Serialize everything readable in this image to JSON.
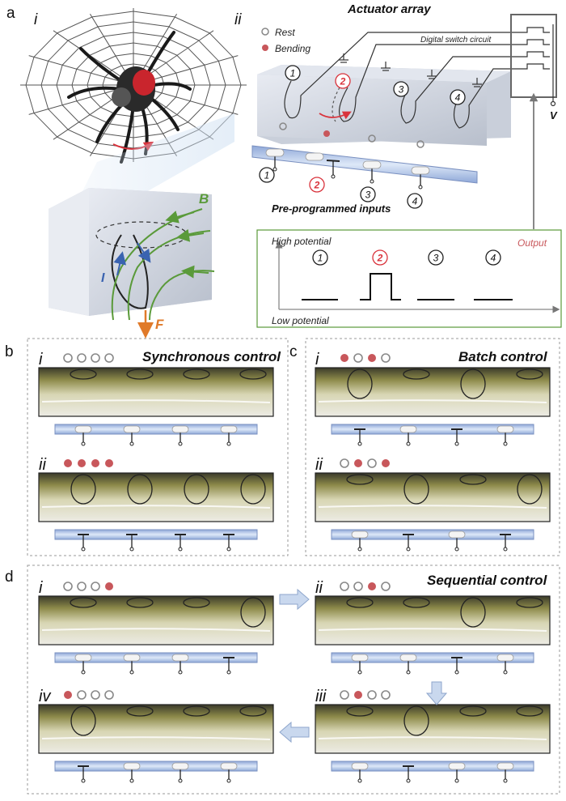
{
  "panels": {
    "a": {
      "letter": "a",
      "sub_i": "i",
      "sub_ii": "ii"
    },
    "b": {
      "letter": "b",
      "title": "Synchronous control",
      "sub_i": "i",
      "sub_ii": "ii"
    },
    "c": {
      "letter": "c",
      "title": "Batch control",
      "sub_i": "i",
      "sub_ii": "ii"
    },
    "d": {
      "letter": "d",
      "title": "Sequential control",
      "sub_i": "i",
      "sub_ii": "ii",
      "sub_iii": "iii",
      "sub_iv": "iv"
    }
  },
  "array": {
    "title": "Actuator array",
    "legend_rest": "Rest",
    "legend_bending": "Bending",
    "switch_label": "Digital switch circuit",
    "voltage": "V",
    "inputs_label": "Pre-programmed inputs",
    "nums": [
      "1",
      "2",
      "3",
      "4"
    ]
  },
  "field": {
    "B": "B",
    "I": "I",
    "F": "F"
  },
  "output": {
    "high": "High potential",
    "low": "Low potential",
    "title": "Output"
  },
  "states": {
    "b_i": [
      "rest",
      "rest",
      "rest",
      "rest"
    ],
    "b_ii": [
      "bend",
      "bend",
      "bend",
      "bend"
    ],
    "c_i": [
      "bend",
      "rest",
      "bend",
      "rest"
    ],
    "c_ii": [
      "rest",
      "bend",
      "rest",
      "bend"
    ],
    "d_i": [
      "rest",
      "rest",
      "rest",
      "bend"
    ],
    "d_ii": [
      "rest",
      "rest",
      "bend",
      "rest"
    ],
    "d_iii": [
      "rest",
      "bend",
      "rest",
      "rest"
    ],
    "d_iv": [
      "bend",
      "rest",
      "rest",
      "rest"
    ]
  },
  "colors": {
    "bend": "#c8575b",
    "rest": "#8a8a8a",
    "accent_red": "#d9333c",
    "field_green": "#5a9a3a",
    "force_orange": "#e07a2a",
    "current_blue": "#3a63b0"
  }
}
